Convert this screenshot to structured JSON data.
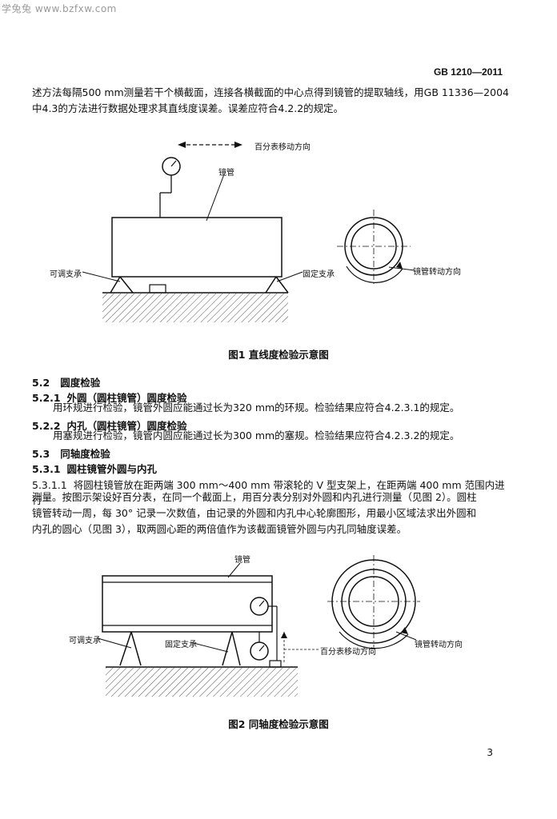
{
  "header": {
    "watermark": "学兔兔 www.bzfxw.com",
    "std_code": "GB 1210—2011"
  },
  "intro": {
    "line1": "述方法每隔500 mm测量若干个横截面，连接各横截面的中心点得到镜管的提取轴线，用GB 11336—2004",
    "line2": "中4.3的方法进行数据处理求其直线度误差。误差应符合4.2.2的规定。"
  },
  "figure1": {
    "direction_label": "百分表移动方向",
    "pipe_label": "镜管",
    "adjustable_support": "可调支承",
    "fixed_support": "固定支承",
    "rotation_label": "镜管转动方向",
    "caption": "图1  直线度检验示意图"
  },
  "sections": {
    "s52": {
      "num": "5.2",
      "title": "圆度检验"
    },
    "s521": {
      "num": "5.2.1",
      "title": "外圆（圆柱镜管）圆度检验",
      "body": "用环规进行检验，镜管外圆应能通过长为320 mm的环规。检验结果应符合4.2.3.1的规定。"
    },
    "s522": {
      "num": "5.2.2",
      "title": "内孔（圆柱镜管）圆度检验",
      "body": "用塞规进行检验，镜管内圆应能通过长为300 mm的塞规。检验结果应符合4.2.3.2的规定。"
    },
    "s53": {
      "num": "5.3",
      "title": "同轴度检验"
    },
    "s531": {
      "num": "5.3.1",
      "title": "圆柱镜管外圆与内孔"
    },
    "s5311": {
      "num": "5.3.1.1",
      "line1": "将圆柱镜管放在距两端 300 mm～400 mm 带滚轮的 V 型支架上，在距两端 400 mm 范围内进行",
      "line2": "测量。按图示架设好百分表，在同一个截面上，用百分表分别对外圆和内孔进行测量（见图 2）。圆柱",
      "line3": "镜管转动一周，每 30° 记录一次数值，由记录的外圆和内孔中心轮廓图形，用最小区域法求出外圆和",
      "line4": "内孔的圆心（见图 3），取两圆心距的两倍值作为该截面镜管外圆与内孔同轴度误差。"
    }
  },
  "figure2": {
    "pipe_label": "镜管",
    "adjustable_support": "可调支承",
    "fixed_support": "固定支承",
    "direction_label": "百分表移动方向",
    "rotation_label": "镜管转动方向",
    "caption": "图2  同轴度检验示意图"
  },
  "page_number": "3"
}
